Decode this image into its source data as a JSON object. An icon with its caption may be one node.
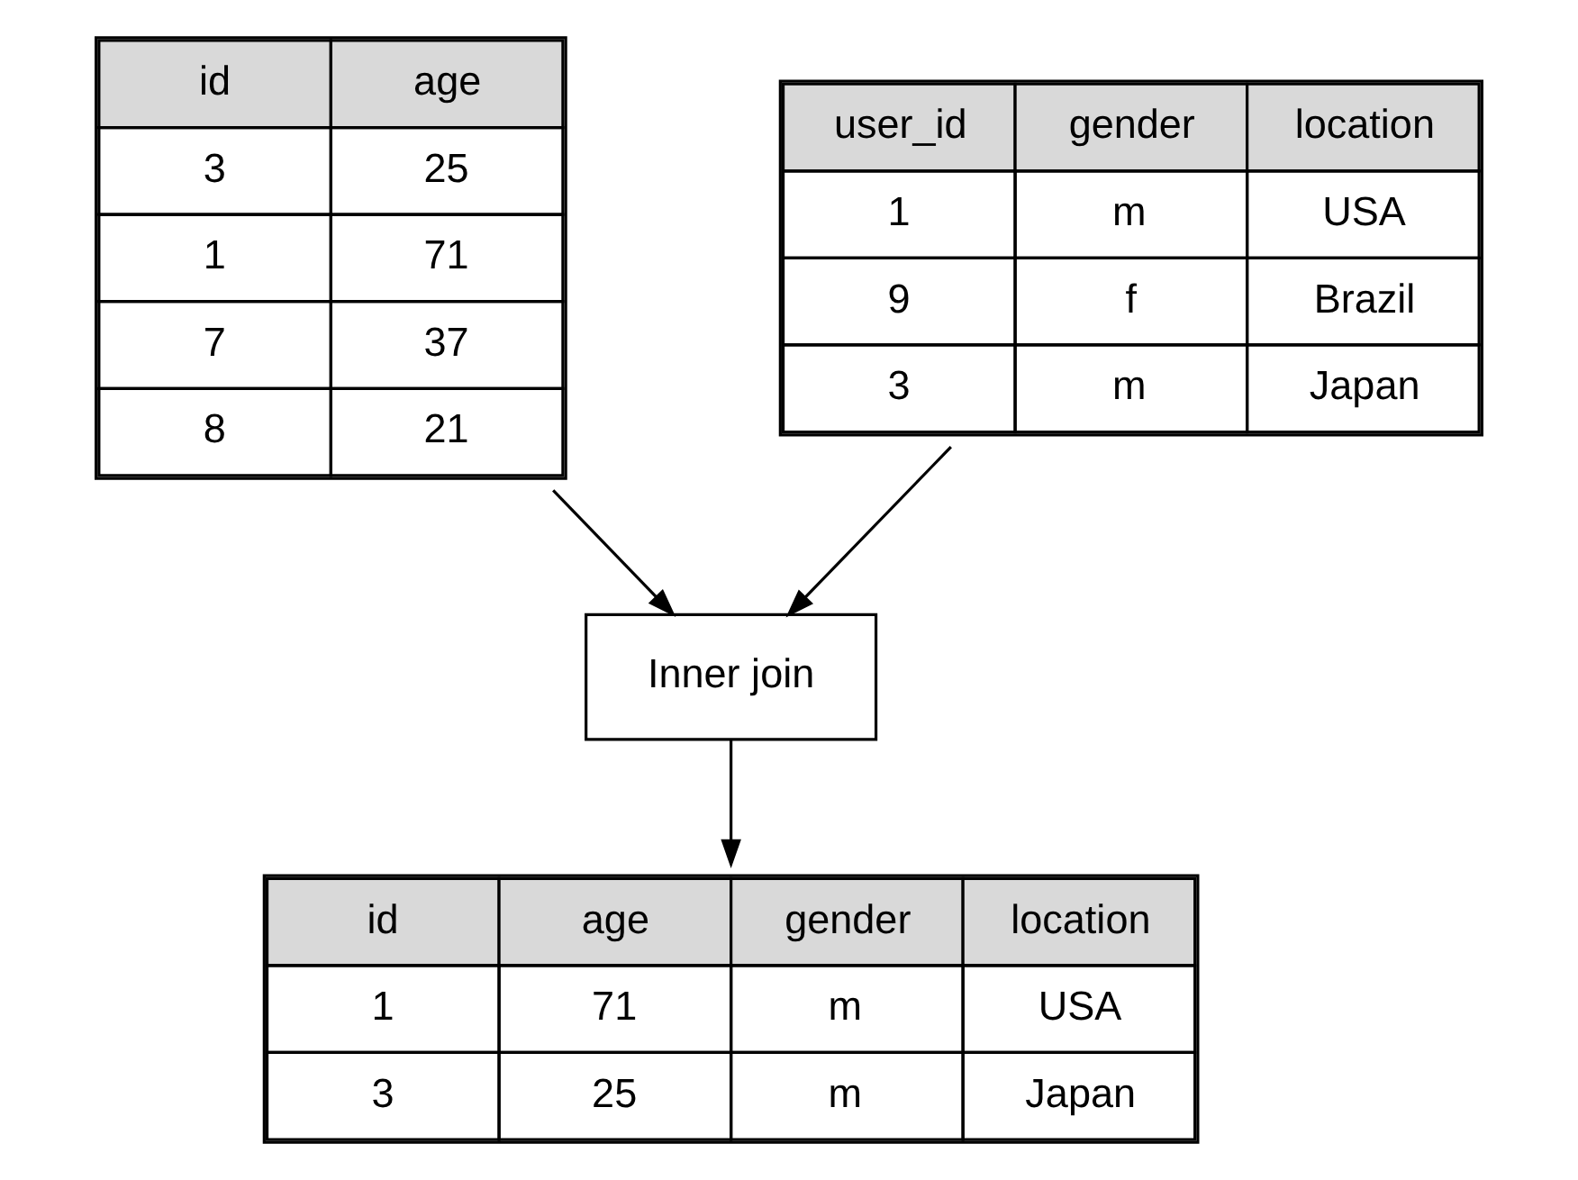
{
  "diagram": {
    "nodes": [
      {
        "text": [
          "id",
          "age",
          "3",
          "25",
          "1",
          "71",
          "7",
          "37",
          "8",
          "21"
        ]
      },
      {
        "text": [
          "user_id",
          "gender",
          "location",
          "1",
          "m",
          "USA",
          "9",
          "f",
          "Brazil",
          "3",
          "m",
          "Japan"
        ]
      },
      {
        "text": [
          "Inner join"
        ]
      },
      {
        "text": [
          "id",
          "age",
          "gender",
          "location",
          "1",
          "71",
          "m",
          "USA",
          "3",
          "25",
          "m",
          "Japan"
        ]
      }
    ],
    "edges": [
      {
        "from": 0,
        "to": 2,
        "arrow": "to"
      },
      {
        "from": 1,
        "to": 2,
        "arrow": "to"
      },
      {
        "from": 2,
        "to": 3,
        "arrow": "to"
      }
    ]
  }
}
